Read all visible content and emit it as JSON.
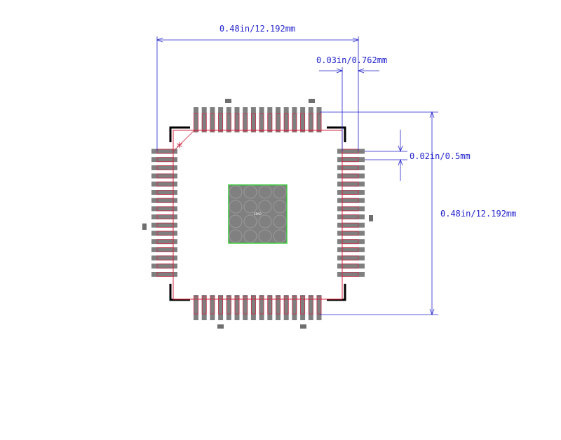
{
  "footprint": {
    "pins_per_side": 16,
    "pad_fill": "#7f7f7f",
    "pad_outline": "#c8304a",
    "body_outline": "#d0273f",
    "corner_marks": "#000000",
    "fiducial_fill": "#6e6e6e",
    "epad": {
      "label": "EPAD",
      "fill": "#808080",
      "outline": "#3cc83c"
    },
    "pin1_marker": "*"
  },
  "dimensions": {
    "color": "#2222cc",
    "width_label": "0.48in/12.192mm",
    "height_label": "0.48in/12.192mm",
    "pad_width_label": "0.03in/0.762mm",
    "pitch_label": "0.02in/0.5mm"
  }
}
